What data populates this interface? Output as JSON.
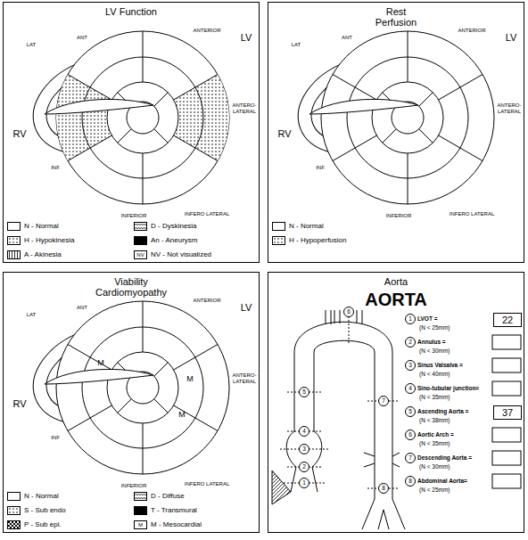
{
  "diagram": {
    "nodes": [
      {
        "text": [
          "LV Function"
        ]
      },
      {
        "text": [
          "Rest Perfusion"
        ]
      },
      {
        "text": [
          "Viability Cardiomyopathy"
        ]
      },
      {
        "text": [
          "Aorta"
        ]
      },
      {
        "text": [
          "22"
        ],
        "in": 3
      },
      {
        "text": [
          "37"
        ],
        "in": 3
      }
    ],
    "labels": [
      "LAT",
      "ANT",
      "ANTERIOR",
      "LV",
      "RV",
      "INF",
      "INFERIOR",
      "INFERO LATERAL",
      "ANTERO- LATERAL",
      "NV",
      "LAT",
      "ANT",
      "ANTERIOR",
      "LV",
      "RV",
      "INF",
      "INFERIOR",
      "INFERO LATERAL",
      "ANTERO- LATERAL",
      "LAT",
      "ANT",
      "ANTERIOR",
      "LV",
      "RV",
      "INF",
      "INFERIOR",
      "INFERO LATERAL",
      "ANTERO- LATERAL",
      "M",
      "M",
      "M",
      "M",
      "AORTA",
      "1",
      "2",
      "3",
      "4",
      "5",
      "6",
      "7",
      "8",
      "1",
      "LVOT =",
      "(N < 25mm)",
      "2",
      "Annulus =",
      "(N < 30mm)",
      "3",
      "Sinus Valsalva =",
      "(N < 40mm)",
      "4",
      "Sino-tubular junction=",
      "(N < 35mm)",
      "5",
      "Ascending Aorta =",
      "(N < 38mm)",
      "6",
      "Aortic Arch =",
      "(N < 35mm)",
      "7",
      "Descending Aorta =",
      "(N < 30mm)",
      "8",
      "Abdominal Aorta=",
      "(N < 25mm)"
    ],
    "legend": [
      {
        "text": "N - Normal",
        "color": "#ffffff"
      },
      {
        "text": "D - Dyskinesia"
      },
      {
        "text": "H - Hypokinesia"
      },
      {
        "text": "An - Aneurysm",
        "color": "#000000"
      },
      {
        "text": "A - Akinesia"
      },
      {
        "text": "NV - Not visualized"
      },
      {
        "text": "N - Normal",
        "color": "#ffffff"
      },
      {
        "text": "H - Hypoperfusion"
      },
      {
        "text": "N - Normal",
        "color": "#ffffff"
      },
      {
        "text": "D - Diffuse"
      },
      {
        "text": "S - Sub endo"
      },
      {
        "text": "T - Transmural",
        "color": "#000000"
      },
      {
        "text": "P - Sub epi."
      },
      {
        "text": "M - Mesocardial"
      }
    ]
  }
}
